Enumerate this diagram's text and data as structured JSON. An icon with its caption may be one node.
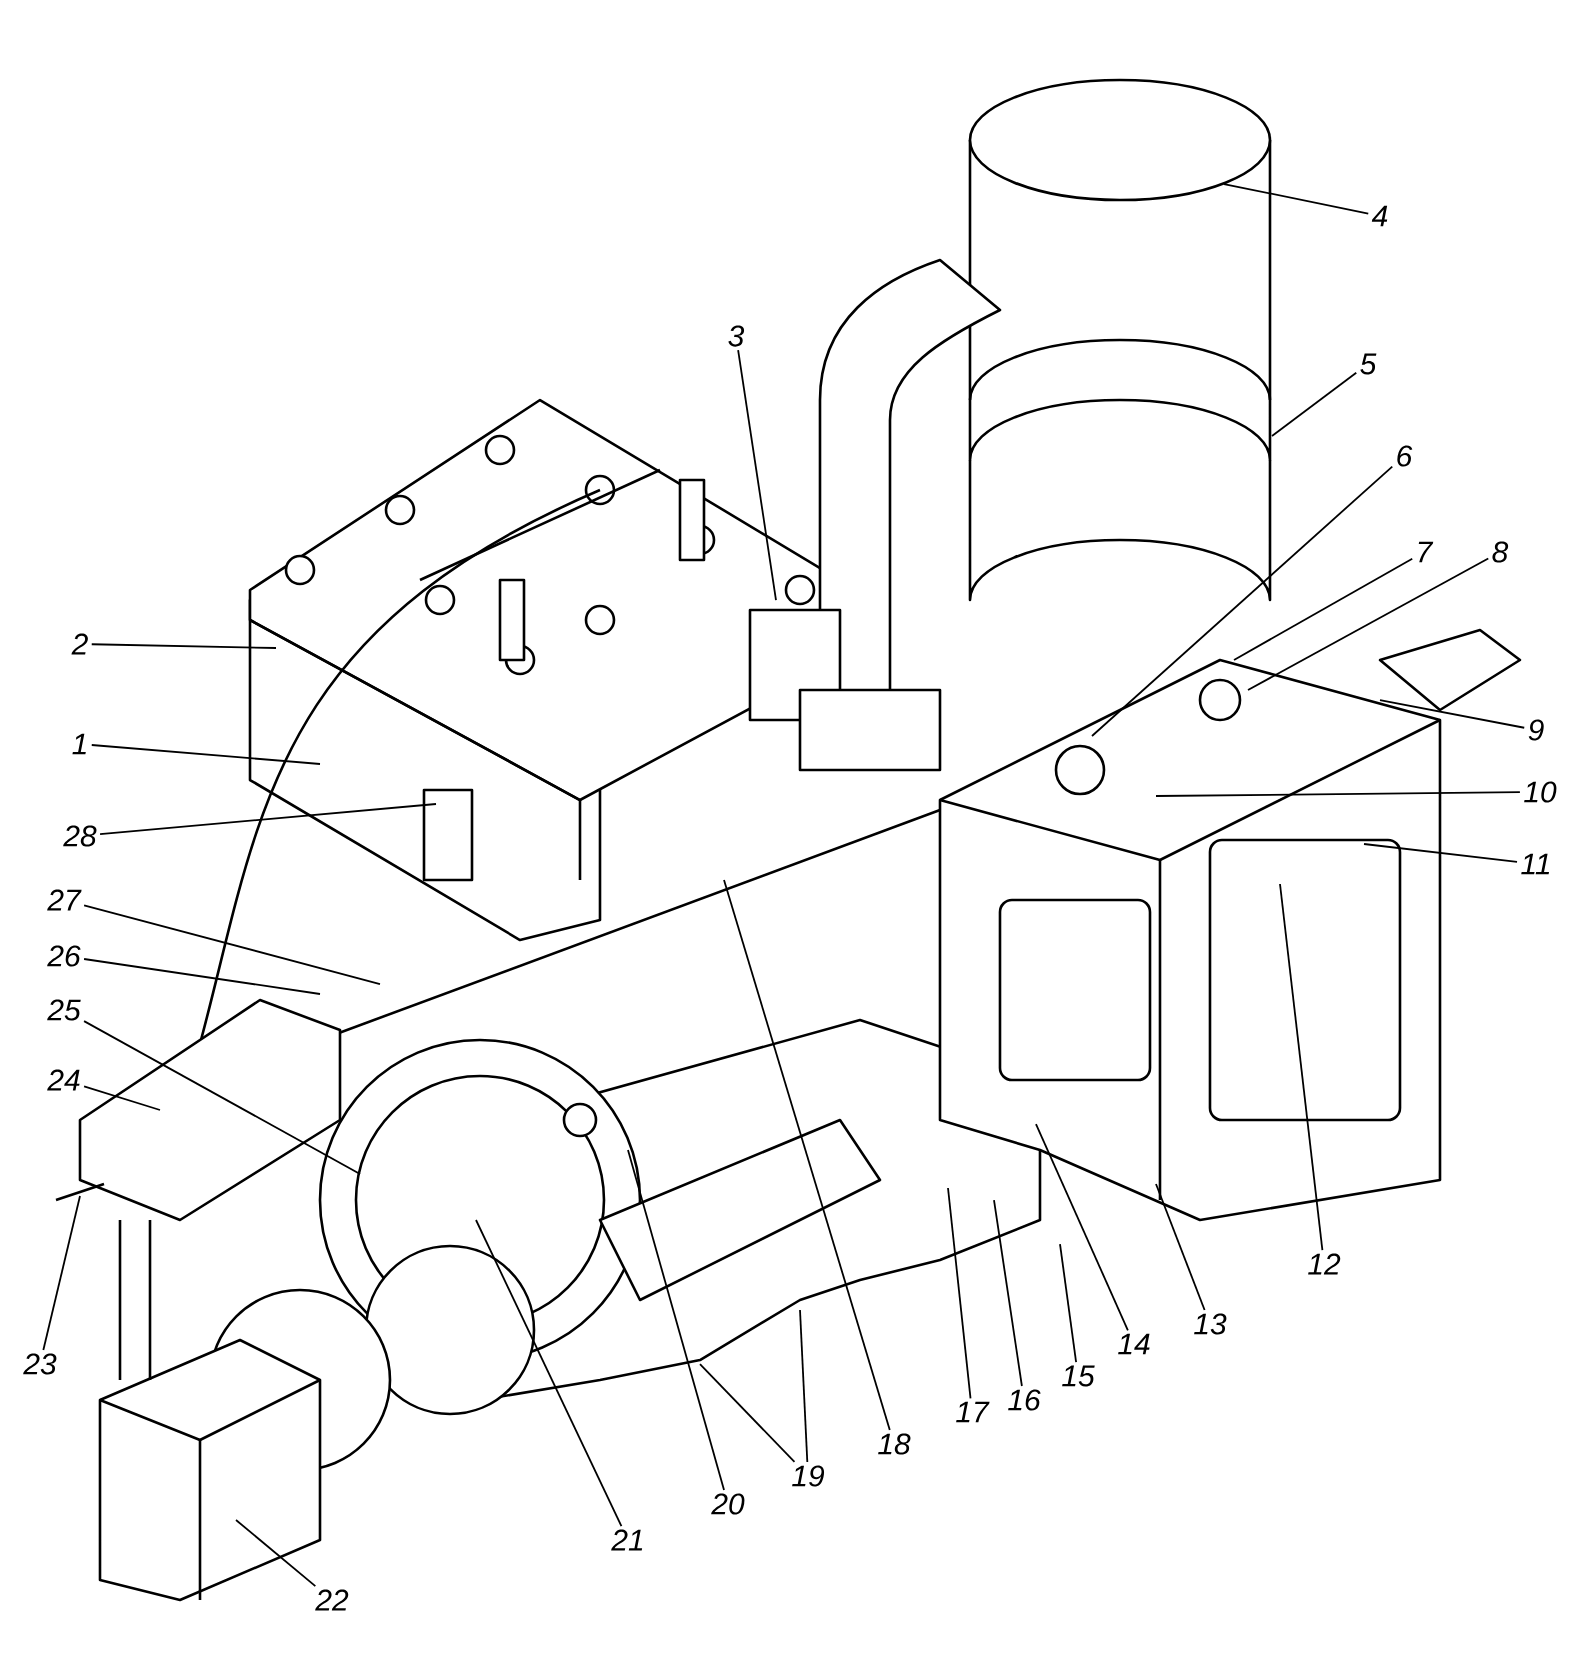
{
  "diagram": {
    "nodes": [
      {
        "text": [
          "1"
        ]
      },
      {
        "text": [
          "2"
        ]
      },
      {
        "text": [
          "3"
        ]
      },
      {
        "text": [
          "4"
        ]
      },
      {
        "text": [
          "5"
        ]
      },
      {
        "text": [
          "6"
        ]
      },
      {
        "text": [
          "7"
        ]
      },
      {
        "text": [
          "8"
        ]
      },
      {
        "text": [
          "9"
        ]
      },
      {
        "text": [
          "10"
        ]
      },
      {
        "text": [
          "11"
        ]
      },
      {
        "text": [
          "12"
        ]
      },
      {
        "text": [
          "13"
        ]
      },
      {
        "text": [
          "14"
        ]
      },
      {
        "text": [
          "15"
        ]
      },
      {
        "text": [
          "16"
        ]
      },
      {
        "text": [
          "17"
        ]
      },
      {
        "text": [
          "18"
        ]
      },
      {
        "text": [
          "19"
        ]
      },
      {
        "text": [
          "20"
        ]
      },
      {
        "text": [
          "21"
        ]
      },
      {
        "text": [
          "22"
        ]
      },
      {
        "text": [
          "23"
        ]
      },
      {
        "text": [
          "24"
        ]
      },
      {
        "text": [
          "25"
        ]
      },
      {
        "text": [
          "26"
        ]
      },
      {
        "text": [
          "27"
        ]
      },
      {
        "text": [
          "28"
        ]
      }
    ],
    "edges": [
      {
        "from": 0,
        "to": null,
        "arrow": "none"
      },
      {
        "from": 1,
        "to": null,
        "arrow": "none"
      },
      {
        "from": 2,
        "to": null,
        "arrow": "none"
      },
      {
        "from": 3,
        "to": null,
        "arrow": "none"
      },
      {
        "from": 4,
        "to": null,
        "arrow": "none"
      },
      {
        "from": 5,
        "to": null,
        "arrow": "none"
      },
      {
        "from": 6,
        "to": null,
        "arrow": "none"
      },
      {
        "from": 7,
        "to": null,
        "arrow": "none"
      },
      {
        "from": 8,
        "to": null,
        "arrow": "none"
      },
      {
        "from": 9,
        "to": null,
        "arrow": "none"
      },
      {
        "from": 10,
        "to": null,
        "arrow": "none"
      },
      {
        "from": 11,
        "to": null,
        "arrow": "none"
      },
      {
        "from": 12,
        "to": null,
        "arrow": "none"
      },
      {
        "from": 13,
        "to": null,
        "arrow": "none"
      },
      {
        "from": 14,
        "to": null,
        "arrow": "none"
      },
      {
        "from": 15,
        "to": null,
        "arrow": "none"
      },
      {
        "from": 16,
        "to": null,
        "arrow": "none"
      },
      {
        "from": 17,
        "to": null,
        "arrow": "none"
      },
      {
        "from": 18,
        "to": null,
        "arrow": "none"
      },
      {
        "from": 18,
        "to": null,
        "arrow": "none"
      },
      {
        "from": 19,
        "to": null,
        "arrow": "none"
      },
      {
        "from": 20,
        "to": null,
        "arrow": "none"
      },
      {
        "from": 21,
        "to": null,
        "arrow": "none"
      },
      {
        "from": 22,
        "to": null,
        "arrow": "none"
      },
      {
        "from": 23,
        "to": null,
        "arrow": "none"
      },
      {
        "from": 24,
        "to": null,
        "arrow": "none"
      },
      {
        "from": 25,
        "to": null,
        "arrow": "none"
      },
      {
        "from": 26,
        "to": null,
        "arrow": "none"
      },
      {
        "from": 27,
        "to": null,
        "arrow": "none"
      }
    ]
  }
}
